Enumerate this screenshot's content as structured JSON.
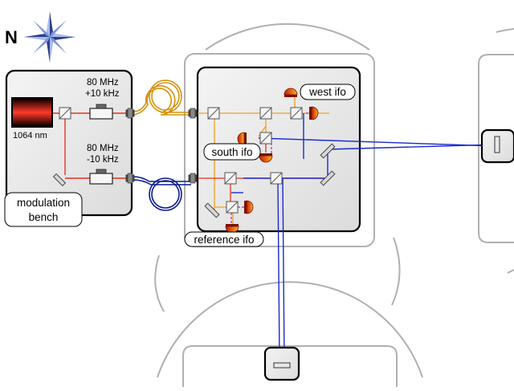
{
  "compass": {
    "letter": "N"
  },
  "laser": {
    "label": "1064 nm"
  },
  "modulators": {
    "upper": {
      "freq": "80 MHz",
      "offset": "+10 kHz"
    },
    "lower": {
      "freq": "80 MHz",
      "offset": "-10 kHz"
    }
  },
  "labels": {
    "modulation_bench_line1": "modulation",
    "modulation_bench_line2": "bench",
    "west_ifo": "west ifo",
    "south_ifo": "south ifo",
    "reference_ifo": "reference ifo"
  },
  "colors": {
    "chamber_outline": "#b0b0b0",
    "bench_fill": "#e9e9e9",
    "laser_red": "#e8321e",
    "beam_orange": "#f0a020",
    "beam_blue": "#1a2ad0",
    "fiber_orange": "#d4920a",
    "fiber_blue": "#0a1a8c",
    "detector_orange": "#f08a10",
    "detector_red": "#c02010",
    "compass_blue": "#5a78c8"
  }
}
